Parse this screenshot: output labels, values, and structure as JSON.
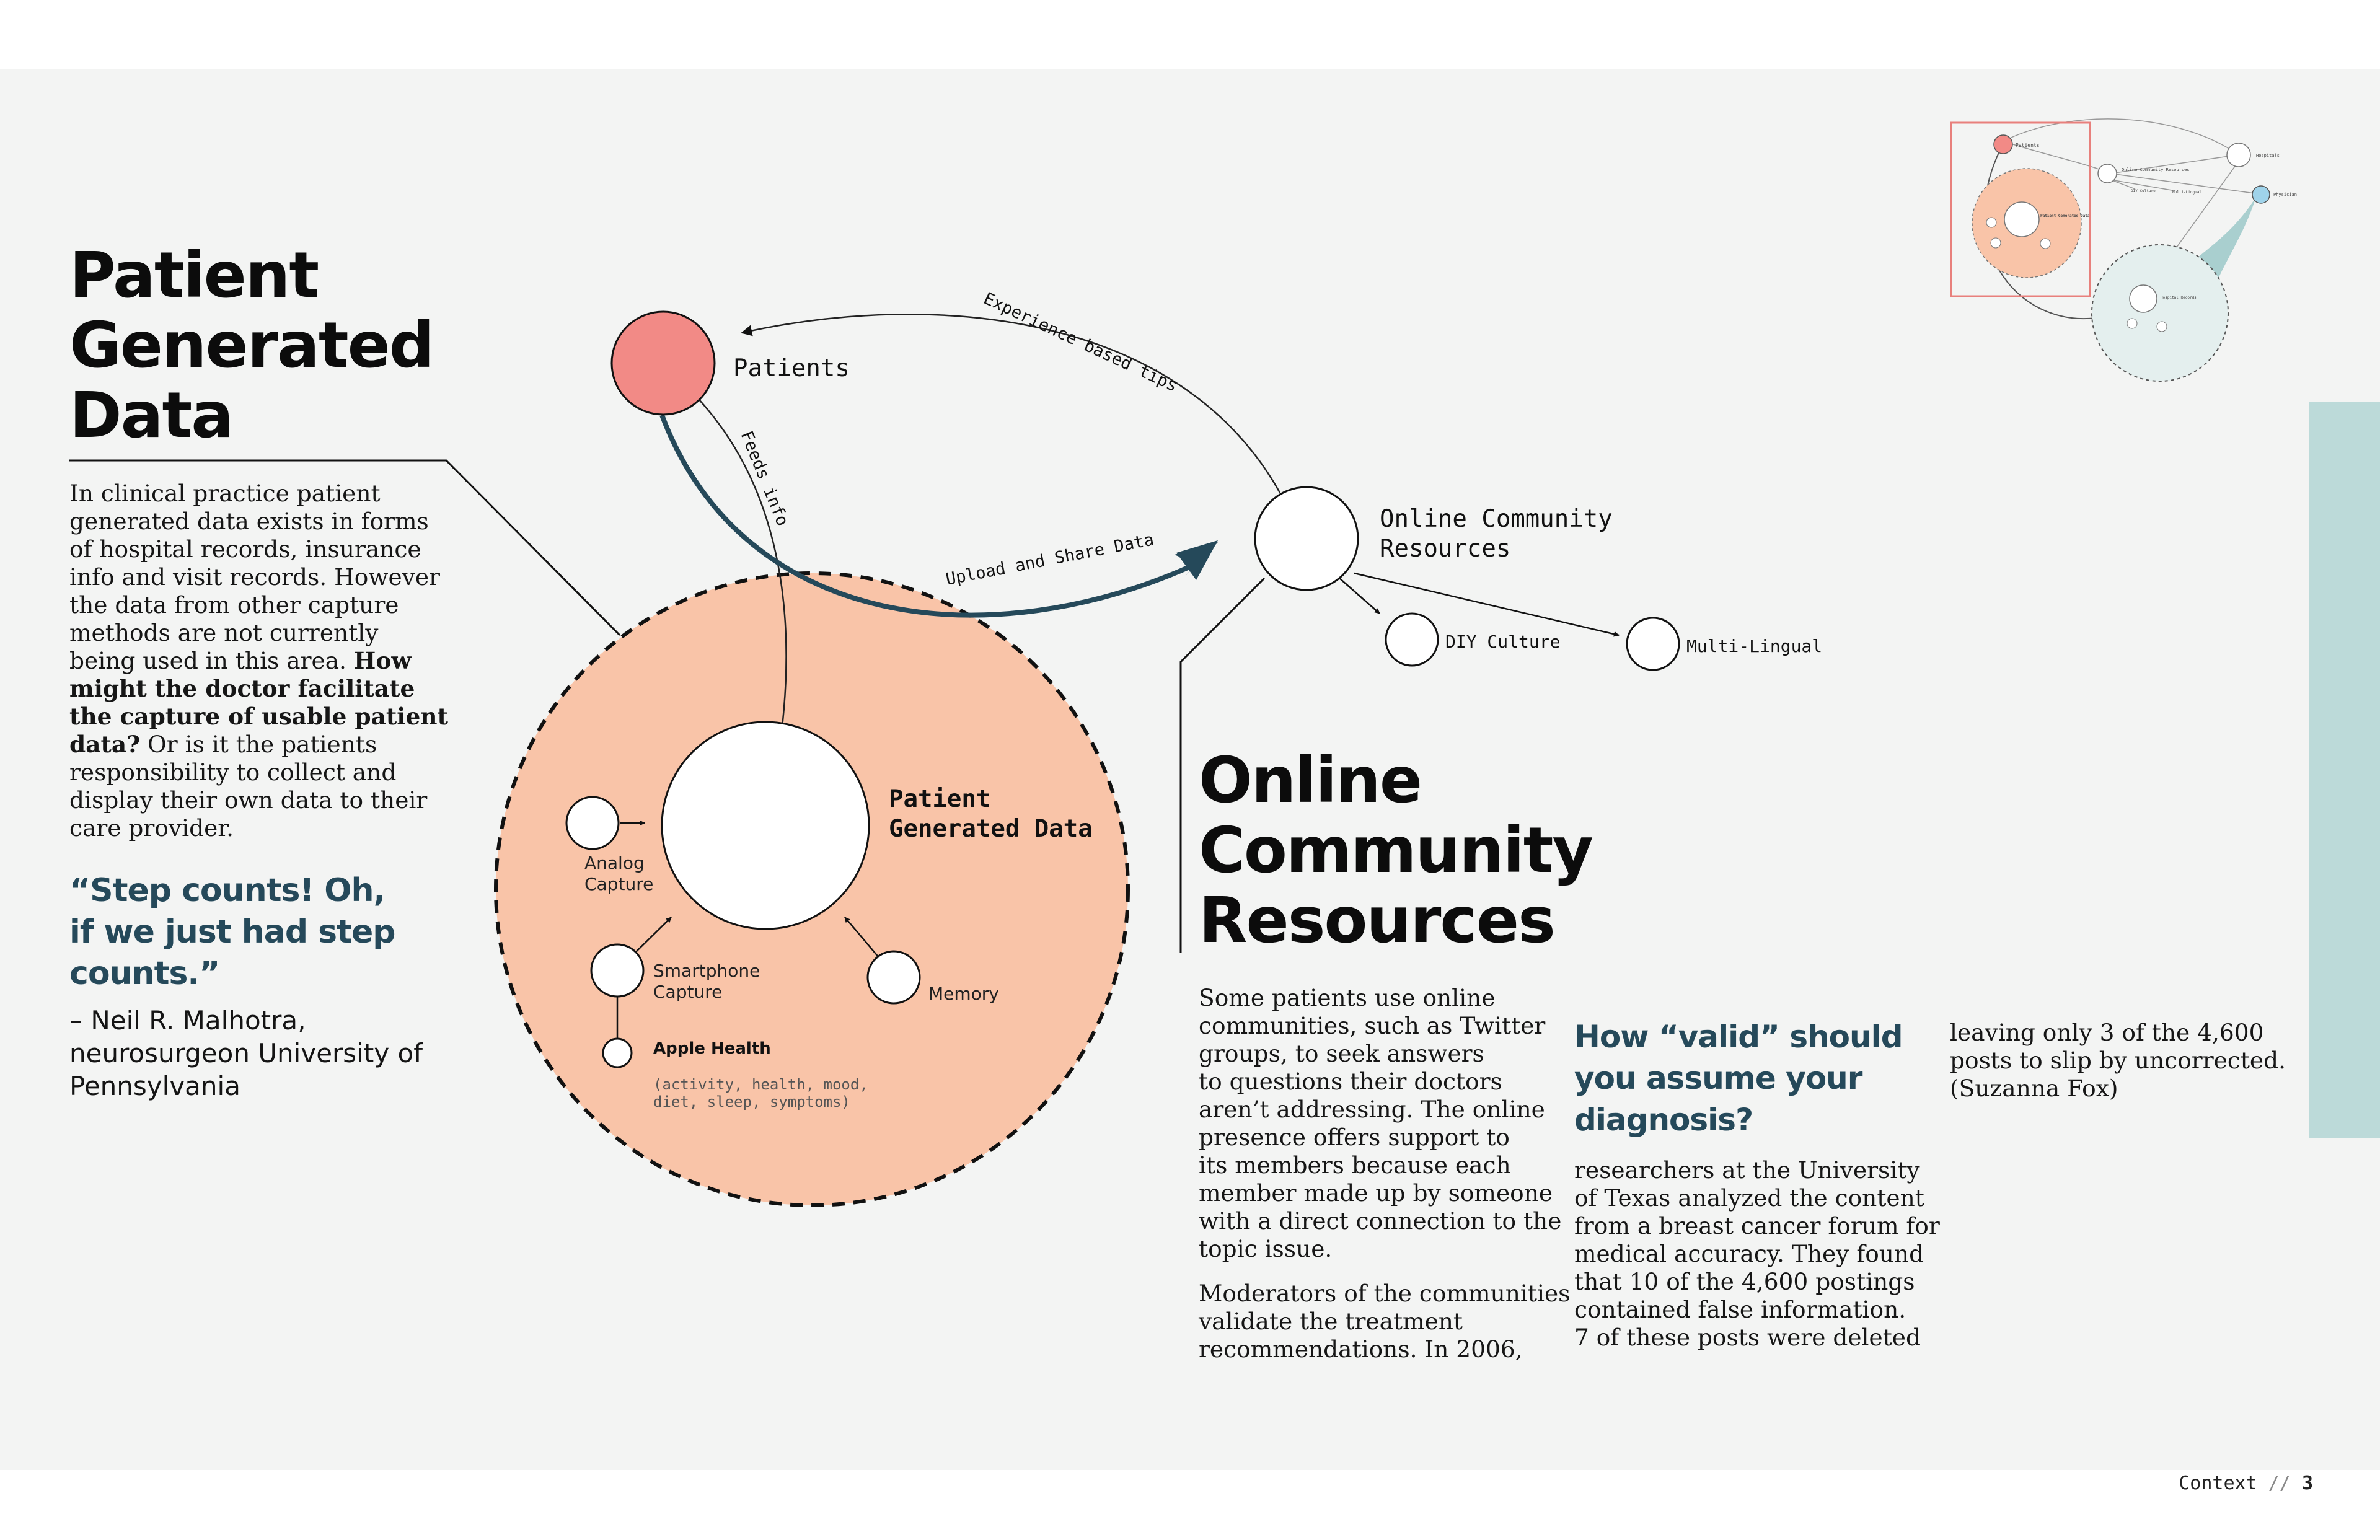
{
  "footer": {
    "section": "Context",
    "separator": "//",
    "page_number": "3"
  },
  "pgd_section": {
    "title_lines": [
      "Patient",
      "Generated",
      "Data"
    ],
    "body_lines": [
      "In clinical practice patient",
      "generated data exists in forms",
      "of hospital records, insurance",
      "info and visit records. However",
      "the data from other capture",
      "methods are not currently"
    ],
    "body_line7_plain": "being used in this area. ",
    "body_line7_bold": "How",
    "body_bold_lines": [
      "might the doctor facilitate",
      "the capture of usable patient"
    ],
    "body_line10_bold": "data?",
    "body_line10_plain": " Or is it the patients",
    "body_tail_lines": [
      "responsibility to collect and",
      "display their own data to their",
      "care provider."
    ],
    "quote_lines": [
      "“Step counts! Oh,",
      "if we just had step",
      "counts.”"
    ],
    "attribution_lines": [
      "– Neil R. Malhotra,",
      "neurosurgeon University of",
      "Pennsylvania"
    ]
  },
  "diagram": {
    "patients_label": "Patients",
    "feeds_info_label": "Feeds info",
    "experience_tips_label": "Experience based tips",
    "upload_share_label": "Upload and Share Data",
    "pgd_label_lines": [
      "Patient",
      "Generated Data"
    ],
    "analog_label_lines": [
      "Analog",
      "Capture"
    ],
    "smartphone_label_lines": [
      "Smartphone",
      "Capture"
    ],
    "memory_label": "Memory",
    "apple_health_label": "Apple Health",
    "apple_health_detail_lines": [
      "(activity, health, mood,",
      "diet, sleep, symptoms)"
    ],
    "online_label_lines": [
      "Online Community",
      "Resources"
    ],
    "diy_label": "DIY Culture",
    "multilingual_label": "Multi-Lingual",
    "colors": {
      "patients": "#f28a86",
      "pgd_fill": "#f9c4a8",
      "arrow_dark": "#25495a",
      "minimap_frame": "#e8807c",
      "physician": "#9fd3ea"
    }
  },
  "minimap": {
    "labels": [
      "Patients",
      "Online Community Resources",
      "DIY Culture",
      "Multi-Lingual",
      "Hospitals",
      "Physician",
      "Patient Generated Data",
      "Hospital Records"
    ]
  },
  "ocr_section": {
    "title_lines": [
      "Online",
      "Community",
      "Resources"
    ],
    "col1_p1_lines": [
      "Some patients use online",
      "communities, such as Twitter",
      "groups, to seek answers",
      "to questions their doctors",
      "aren’t addressing. The online",
      "presence offers support to",
      "its members because each",
      "member made up by someone",
      "with a direct connection to the",
      "topic issue."
    ],
    "col1_p2_lines": [
      "Moderators of the communities",
      "validate the treatment",
      "recommendations. In 2006,"
    ],
    "question_lines": [
      "How “valid” should",
      "you assume your",
      "diagnosis?"
    ],
    "col2_lines": [
      "researchers at the University",
      "of Texas analyzed the content",
      "from a breast cancer forum for",
      "medical accuracy. They found",
      "that 10 of the 4,600 postings",
      "contained false information.",
      "7 of these posts were deleted"
    ],
    "col3_lines": [
      "leaving only 3 of the 4,600",
      "posts to slip by uncorrected.",
      "(Suzanna Fox)"
    ]
  }
}
